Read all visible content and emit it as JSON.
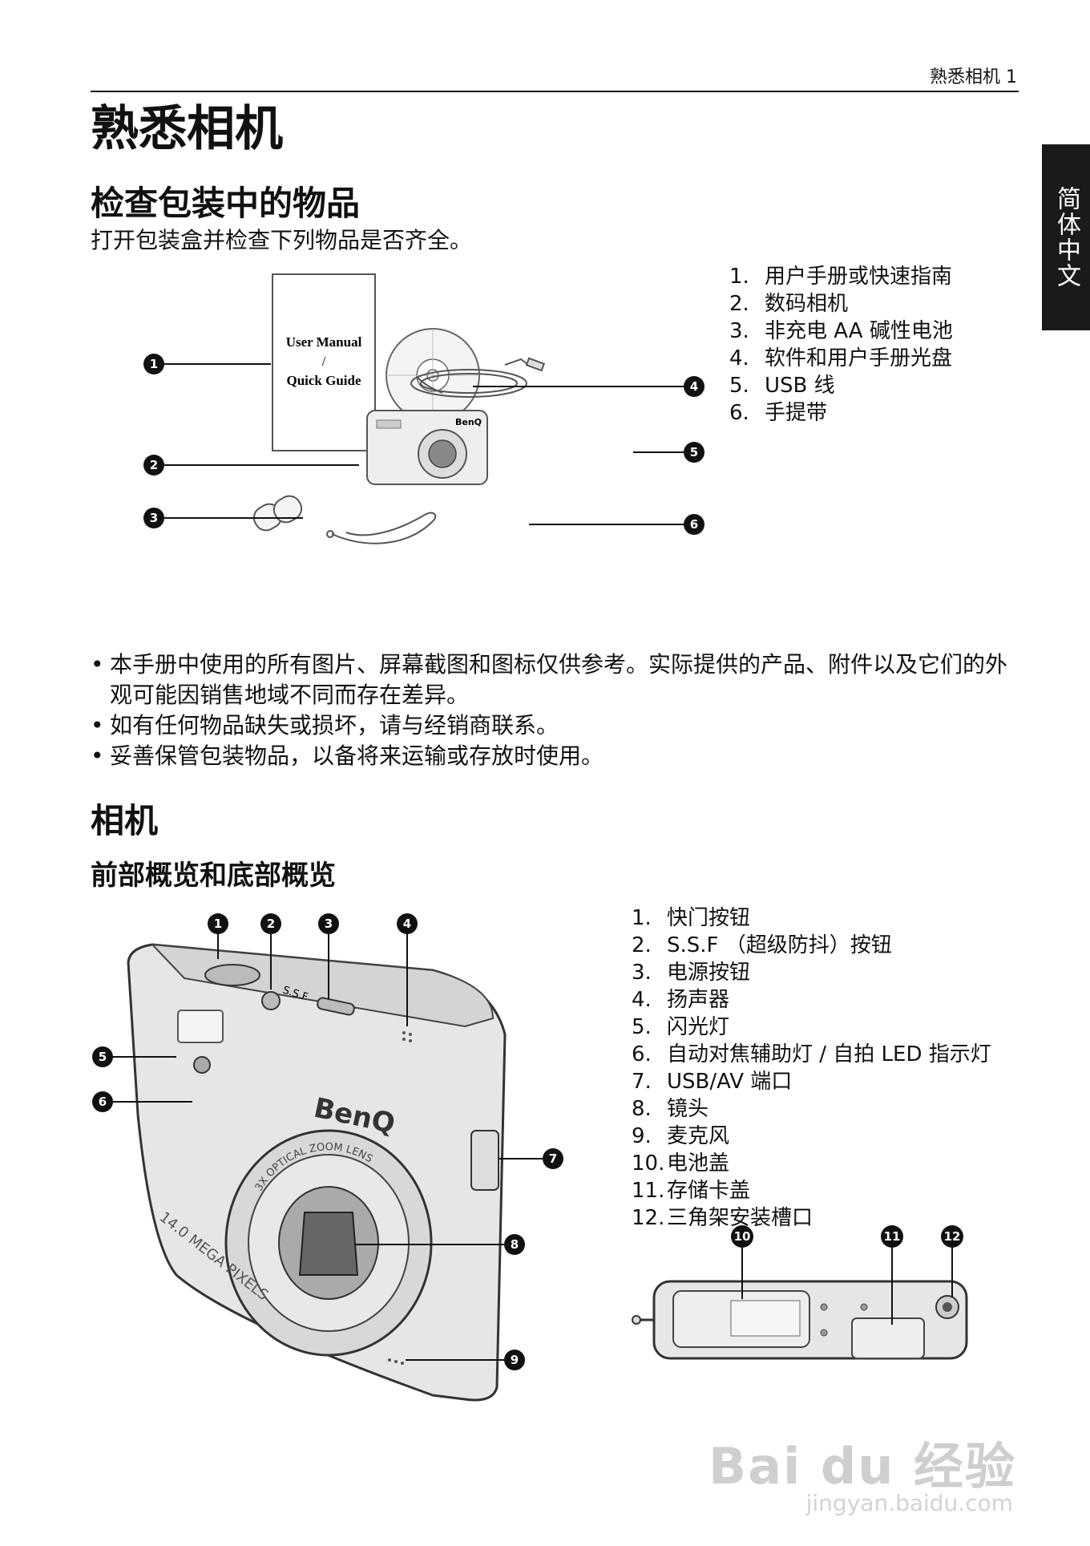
{
  "header": {
    "text": "熟悉相机  1"
  },
  "side_tab": "简体中文",
  "title": "熟悉相机",
  "section1": {
    "heading": "检查包装中的物品",
    "intro": "打开包装盒并检查下列物品是否齐全。",
    "manual_cover": [
      "User Manual",
      "/",
      "Quick Guide"
    ],
    "camera_brand": "BenQ",
    "items": [
      {
        "n": "1.",
        "label": "用户手册或快速指南"
      },
      {
        "n": "2.",
        "label": "数码相机"
      },
      {
        "n": "3.",
        "label": "非充电 AA 碱性电池"
      },
      {
        "n": "4.",
        "label": "软件和用户手册光盘"
      },
      {
        "n": "5.",
        "label": "USB 线"
      },
      {
        "n": "6.",
        "label": "手提带"
      }
    ],
    "callouts": [
      "1",
      "2",
      "3",
      "4",
      "5",
      "6"
    ]
  },
  "notes": [
    "本手册中使用的所有图片、屏幕截图和图标仅供参考。实际提供的产品、附件以及它们的外观可能因销售地域不同而存在差异。",
    "如有任何物品缺失或损坏，请与经销商联系。",
    "妥善保管包装物品，以备将来运输或存放时使用。"
  ],
  "section2": {
    "heading": "相机",
    "subheading": "前部概览和底部概览",
    "camera_brand": "BenQ",
    "lens_text": "3X OPTICAL ZOOM LENS",
    "mp_text": "14.0 MEGA PIXELS",
    "ssf_text": "S.S.F",
    "parts": [
      {
        "n": "1.",
        "label": "快门按钮"
      },
      {
        "n": "2.",
        "label": "S.S.F （超级防抖）按钮"
      },
      {
        "n": "3.",
        "label": "电源按钮"
      },
      {
        "n": "4.",
        "label": "扬声器"
      },
      {
        "n": "5.",
        "label": "闪光灯"
      },
      {
        "n": "6.",
        "label": "自动对焦辅助灯 / 自拍 LED 指示灯"
      },
      {
        "n": "7.",
        "label": "USB/AV 端口"
      },
      {
        "n": "8.",
        "label": "镜头"
      },
      {
        "n": "9.",
        "label": "麦克风"
      },
      {
        "n": "10.",
        "label": "电池盖"
      },
      {
        "n": "11.",
        "label": "存储卡盖"
      },
      {
        "n": "12.",
        "label": "三角架安装槽口"
      }
    ],
    "front_callouts": [
      "1",
      "2",
      "3",
      "4",
      "5",
      "6",
      "7",
      "8",
      "9"
    ],
    "bottom_callouts": [
      "10",
      "11",
      "12"
    ]
  },
  "watermark": {
    "logo": "Bai du 经验",
    "url": "jingyan.baidu.com"
  }
}
